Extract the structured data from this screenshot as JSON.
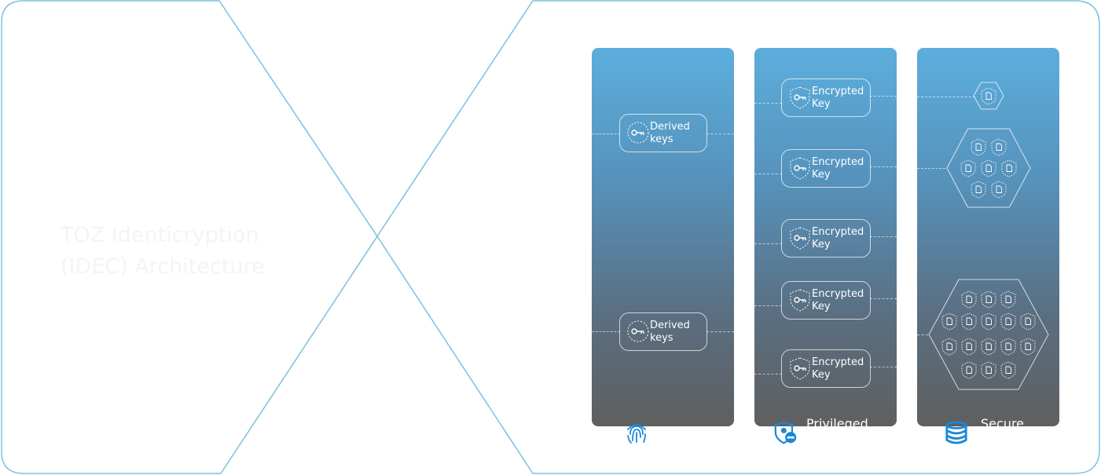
{
  "title": {
    "line1": "TOZ Identicryption",
    "line2": "(IDEC) Architecture"
  },
  "columns": [
    {
      "caption": ""
    },
    {
      "caption": "Privileged"
    },
    {
      "caption": "Secure"
    }
  ],
  "derived_keys": [
    {
      "line1": "Derived",
      "line2": "keys"
    },
    {
      "line1": "Derived",
      "line2": "keys"
    }
  ],
  "encrypted_keys": [
    {
      "line1": "Encrypted",
      "line2": "Key"
    },
    {
      "line1": "Encrypted",
      "line2": "Key"
    },
    {
      "line1": "Encrypted",
      "line2": "Key"
    },
    {
      "line1": "Encrypted",
      "line2": "Key"
    },
    {
      "line1": "Encrypted",
      "line2": "Key"
    }
  ],
  "icons": {
    "column1_bottom": "fingerprint-icon",
    "column2_bottom": "shield-user-minus-icon",
    "column3_bottom": "database-icon",
    "key_badge": "key-shield-icon",
    "document_badge": "document-shield-icon"
  },
  "colors": {
    "outline": "#7cc0e0",
    "column_top": "#5caedd",
    "column_bottom": "#5f5f5f",
    "icon_blue": "#1a88d8"
  },
  "hex_groups": [
    {
      "documents": 1
    },
    {
      "documents": 7
    },
    {
      "documents": 18
    }
  ]
}
